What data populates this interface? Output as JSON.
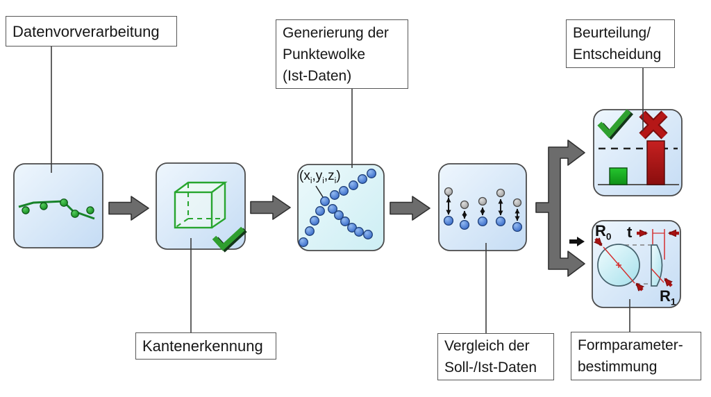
{
  "diagram_title": "Optical metrology process chain (German flow diagram)",
  "labels": {
    "preprocessing": "Datenvorverarbeitung",
    "edge_detection": "Kantenerkennung",
    "pointcloud": [
      "Generierung der",
      "Punktewolke",
      "(Ist-Daten)"
    ],
    "comparison": [
      "Vergleich der",
      "Soll-/Ist-Daten"
    ],
    "assessment": [
      "Beurteilung/",
      "Entscheidung"
    ],
    "form_params": [
      "Formparameter-",
      "bestimmung"
    ]
  },
  "annotations": {
    "point": [
      {
        "t": "(x"
      },
      {
        "t": "i"
      },
      {
        "t": ",y"
      },
      {
        "t": "i"
      },
      {
        "t": ",z"
      },
      {
        "t": "i"
      },
      {
        "t": ")"
      }
    ],
    "r0": [
      {
        "t": "R"
      },
      {
        "t": "0"
      }
    ],
    "thickness": [
      {
        "t": "t"
      }
    ],
    "r1": [
      {
        "t": "R"
      },
      {
        "t": "1"
      }
    ]
  },
  "colors": {
    "box_fill_top": "#eaf3fc",
    "box_fill_bottom": "#c9def5",
    "cyan_fill_top": "#eaf8fb",
    "cyan_fill_bottom": "#cfeef4",
    "arrow_gray": "#6c6c6c",
    "green": "#1faa2e",
    "blue_dot": "#3a72cf",
    "gray_dot": "#a8a8a8",
    "red": "#a91515",
    "measure_red": "#c21d1d"
  }
}
